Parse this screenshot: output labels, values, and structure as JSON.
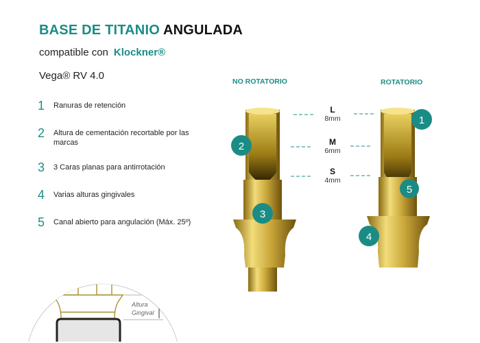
{
  "title": {
    "part1": "BASE DE TITANIO",
    "part2": "ANGULADA"
  },
  "compatible": {
    "prefix": "compatible con",
    "brand": "Klockner®"
  },
  "model": "Vega® RV 4.0",
  "features": [
    {
      "num": "1",
      "text": "Ranuras de retención"
    },
    {
      "num": "2",
      "text": "Altura de cementación recortable por las marcas"
    },
    {
      "num": "3",
      "text": "3 Caras planas para antirrotación"
    },
    {
      "num": "4",
      "text": "Varias alturas gingivales"
    },
    {
      "num": "5",
      "text": "Canal abierto para angulación (Máx. 25º)"
    }
  ],
  "headers": {
    "left": "NO ROTATORIO",
    "right": "ROTATORIO"
  },
  "sizes": [
    {
      "label": "L",
      "mm": "8mm"
    },
    {
      "label": "M",
      "mm": "6mm"
    },
    {
      "label": "S",
      "mm": "4mm"
    }
  ],
  "badges": [
    "1",
    "2",
    "3",
    "4",
    "5"
  ],
  "illustration": {
    "label1": "Altura",
    "label2": "Gingival"
  },
  "colors": {
    "teal": "#1b8c85",
    "gold": "#c9a63a"
  }
}
